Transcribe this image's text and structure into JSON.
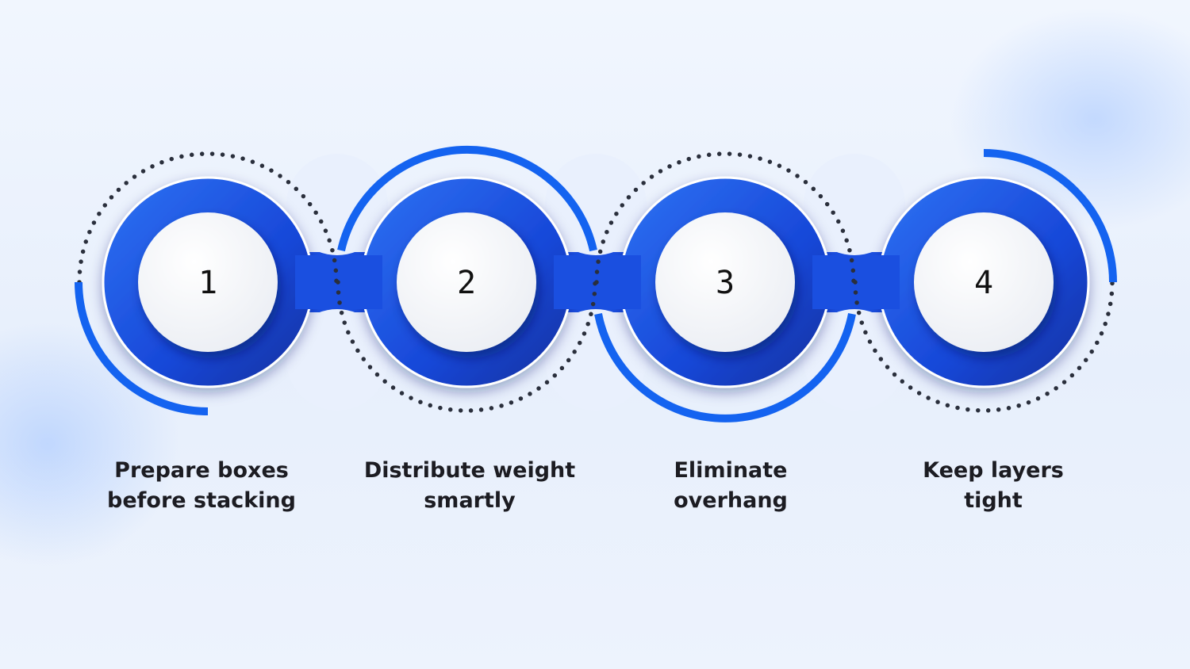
{
  "steps": [
    {
      "number": "1",
      "line1": "Prepare boxes",
      "line2": "before stacking"
    },
    {
      "number": "2",
      "line1": "Distribute weight",
      "line2": "smartly"
    },
    {
      "number": "3",
      "line1": "Eliminate",
      "line2": "overhang"
    },
    {
      "number": "4",
      "line1": "Keep layers",
      "line2": "tight"
    }
  ],
  "colors": {
    "accent": "#1463f0",
    "ring_dark": "#0f2ea8",
    "ring_light": "#2b6cf2",
    "dots": "#2a2f3c",
    "text": "#1c1c22"
  }
}
